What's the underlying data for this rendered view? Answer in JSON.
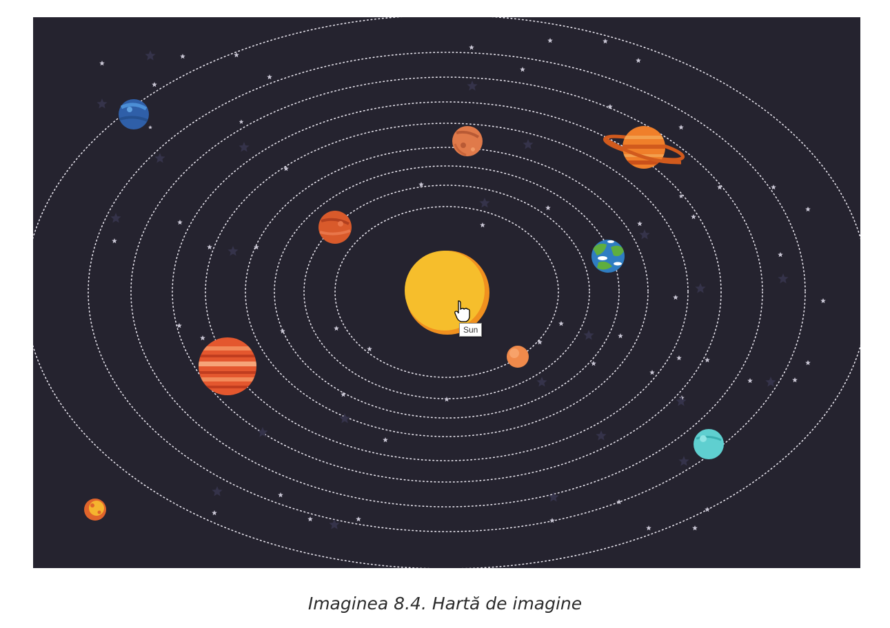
{
  "image_map": {
    "background": "#25232f",
    "orbit_color": "#e9e6ef",
    "planets": [
      {
        "name": "sun",
        "icon": "sun-icon",
        "main": "#f6be2c",
        "shade": "#f0901f"
      },
      {
        "name": "mercury",
        "icon": "mercury-icon",
        "main": "#f08a4b",
        "shade": "#d9622d"
      },
      {
        "name": "venus",
        "icon": "venus-icon",
        "main": "#d95a2b",
        "shade": "#b2401f"
      },
      {
        "name": "earth",
        "icon": "earth-icon",
        "main": "#2f7dc2",
        "shade": "#5fae3f"
      },
      {
        "name": "mars",
        "icon": "mars-icon",
        "main": "#e07a4a",
        "shade": "#b85a35"
      },
      {
        "name": "jupiter",
        "icon": "jupiter-icon",
        "main": "#e4572e",
        "shade": "#f28b5a"
      },
      {
        "name": "saturn",
        "icon": "saturn-icon",
        "main": "#f07f2a",
        "shade": "#d15a1d"
      },
      {
        "name": "uranus",
        "icon": "uranus-icon",
        "main": "#5fcfd0",
        "shade": "#3aaeb0"
      },
      {
        "name": "neptune",
        "icon": "neptune-icon",
        "main": "#2f5fa8",
        "shade": "#4c8fd6"
      },
      {
        "name": "pluto",
        "icon": "pluto-icon",
        "main": "#f5b42f",
        "shade": "#e0642b"
      }
    ]
  },
  "tooltip": {
    "text": "Sun"
  },
  "caption": {
    "text": "Imaginea 8.4. Hartă de imagine"
  }
}
